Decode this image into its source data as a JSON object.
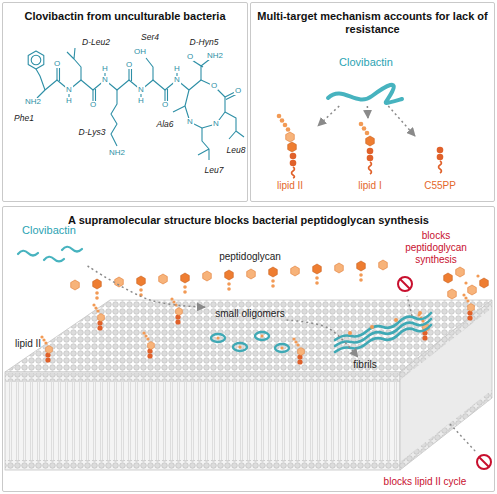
{
  "diagram": {
    "nodes": [
      {
        "text": [
          "Clovibactin from unculturable bacteria"
        ]
      },
      {
        "text": [
          "Multi-target mechanism accounts for lack of resistance"
        ]
      },
      {
        "text": [
          "Clovibactin"
        ],
        "in": 1
      },
      {
        "text": [
          "lipid II"
        ],
        "in": 1
      },
      {
        "text": [
          "lipid I"
        ],
        "in": 1
      },
      {
        "text": [
          "C55PP"
        ],
        "in": 1
      },
      {
        "text": [
          "A supramolecular structure blocks bacterial peptidoglycan synthesis"
        ]
      },
      {
        "text": [
          "Clovibactin"
        ],
        "in": 6
      },
      {
        "text": [
          "small oligomers"
        ],
        "in": 6
      },
      {
        "text": [
          "fibrils"
        ],
        "in": 6
      }
    ],
    "edges": [
      {
        "from": 2,
        "to": 3,
        "arrow": "to"
      },
      {
        "from": 2,
        "to": 4,
        "arrow": "to"
      },
      {
        "from": 2,
        "to": 5,
        "arrow": "to"
      },
      {
        "from": 7,
        "to": 8,
        "arrow": "to"
      },
      {
        "from": 8,
        "to": 9,
        "arrow": "to"
      }
    ],
    "labels": [
      "D-Leu2",
      "Ser4",
      "D-Hyn5",
      "Phe1",
      "D-Lys3",
      "Ala6",
      "Leu7",
      "Leu8",
      "NH2",
      "O",
      "N",
      "H",
      "O",
      "N",
      "H",
      "NH2",
      "O",
      "N",
      "H",
      "OH",
      "O",
      "N",
      "H",
      "O",
      "NH2",
      "O",
      "O",
      "N",
      "N",
      "peptidoglycan",
      "blocks peptidoglycan synthesis",
      "lipid II",
      "blocks lipid II cycle"
    ]
  }
}
